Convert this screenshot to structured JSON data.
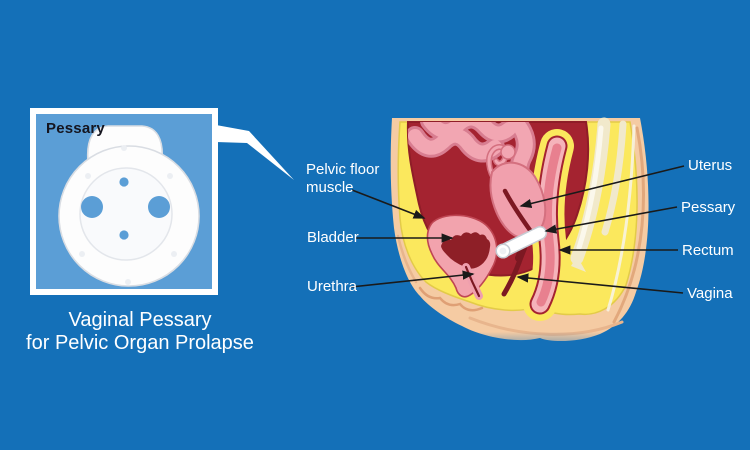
{
  "inset": {
    "title": "Pessary"
  },
  "caption": {
    "line1": "Vaginal Pessary",
    "line2": "for Pelvic Organ Prolapse"
  },
  "anatomy_labels": {
    "pelvic_floor_line1": "Pelvic floor",
    "pelvic_floor_line2": "muscle",
    "bladder": "Bladder",
    "urethra": "Urethra",
    "uterus": "Uterus",
    "pessary": "Pessary",
    "rectum": "Rectum",
    "vagina": "Vagina"
  },
  "colors": {
    "background": "#1470b8",
    "inset_fill": "#5b9ed6",
    "inset_border": "#ffffff",
    "inset_title_text": "#15151f",
    "caption_text": "#ffffff",
    "label_text": "#ffffff",
    "leader_line": "#1a1a1a",
    "skin_peach": "#f5cba3",
    "skin_shade": "#e2a87c",
    "fat_yellow": "#fbe85d",
    "cavity_red": "#a42330",
    "organ_pink": "#f1a0ad",
    "organ_pink_outline": "#d4707f",
    "deep_red": "#7c1822",
    "bladder_interior": "#8e1f27",
    "rectum_wall": "#f5b3ba",
    "rectum_core": "#e8808f",
    "bone_cream": "#f1e9cb",
    "device_white": "#fdfdfd",
    "device_edge": "#c6ccd4"
  }
}
